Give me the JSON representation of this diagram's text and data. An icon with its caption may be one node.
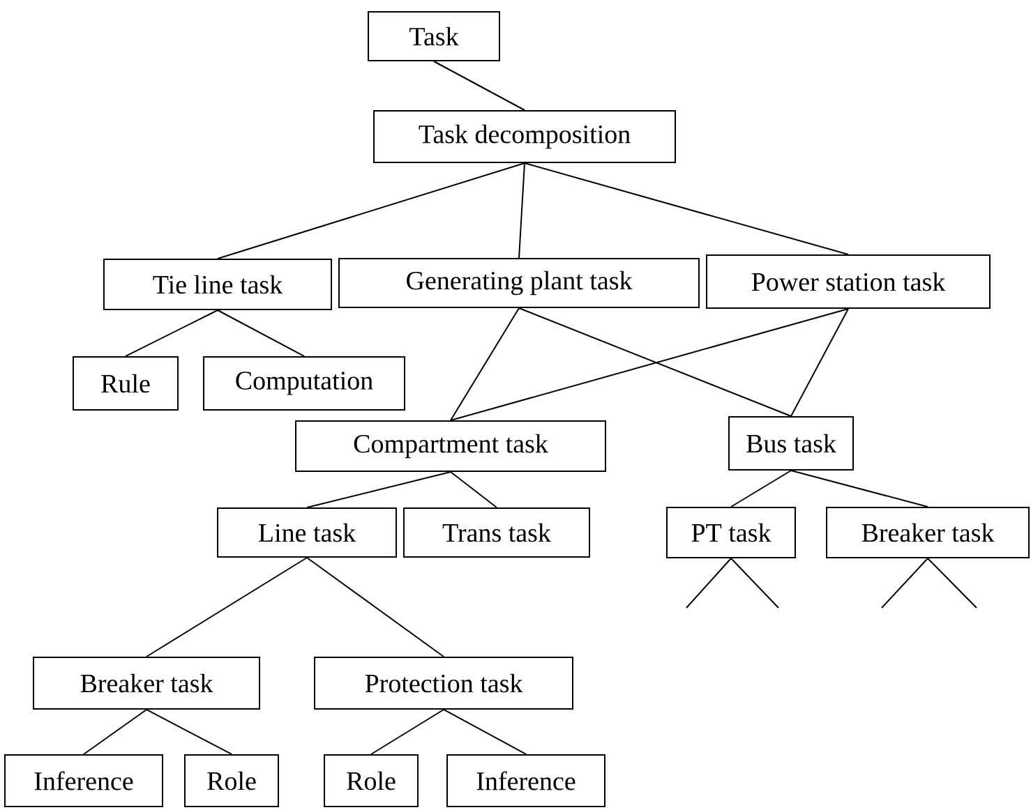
{
  "diagram": {
    "nodes": [
      {
        "text": [
          "Task"
        ]
      },
      {
        "text": [
          "Task decomposition"
        ]
      },
      {
        "text": [
          "Tie line task"
        ]
      },
      {
        "text": [
          "Generating plant task"
        ]
      },
      {
        "text": [
          "Power station task"
        ]
      },
      {
        "text": [
          "Rule"
        ]
      },
      {
        "text": [
          "Computation"
        ]
      },
      {
        "text": [
          "Compartment task"
        ]
      },
      {
        "text": [
          "Bus task"
        ]
      },
      {
        "text": [
          "Line task"
        ]
      },
      {
        "text": [
          "Trans task"
        ]
      },
      {
        "text": [
          "PT task"
        ]
      },
      {
        "text": [
          "Breaker task"
        ]
      },
      {
        "text": [
          "Breaker task"
        ]
      },
      {
        "text": [
          "Protection task"
        ]
      },
      {
        "text": [
          "Inference"
        ]
      },
      {
        "text": [
          "Role"
        ]
      },
      {
        "text": [
          "Role"
        ]
      },
      {
        "text": [
          "Inference"
        ]
      }
    ],
    "edges": [
      {
        "from": 0,
        "to": 1,
        "arrow": "none"
      },
      {
        "from": 1,
        "to": 2,
        "arrow": "none"
      },
      {
        "from": 1,
        "to": 3,
        "arrow": "none"
      },
      {
        "from": 1,
        "to": 4,
        "arrow": "none"
      },
      {
        "from": 2,
        "to": 5,
        "arrow": "none"
      },
      {
        "from": 2,
        "to": 6,
        "arrow": "none"
      },
      {
        "from": 3,
        "to": 7,
        "arrow": "none"
      },
      {
        "from": 3,
        "to": 8,
        "arrow": "none"
      },
      {
        "from": 4,
        "to": 7,
        "arrow": "none"
      },
      {
        "from": 4,
        "to": 8,
        "arrow": "none"
      },
      {
        "from": 7,
        "to": 9,
        "arrow": "none"
      },
      {
        "from": 7,
        "to": 10,
        "arrow": "none"
      },
      {
        "from": 8,
        "to": 11,
        "arrow": "none"
      },
      {
        "from": 8,
        "to": 12,
        "arrow": "none"
      },
      {
        "from": 11,
        "to": null,
        "arrow": "none"
      },
      {
        "from": 11,
        "to": null,
        "arrow": "none"
      },
      {
        "from": 12,
        "to": null,
        "arrow": "none"
      },
      {
        "from": 12,
        "to": null,
        "arrow": "none"
      },
      {
        "from": 9,
        "to": 13,
        "arrow": "none"
      },
      {
        "from": 9,
        "to": 14,
        "arrow": "none"
      },
      {
        "from": 13,
        "to": 15,
        "arrow": "none"
      },
      {
        "from": 13,
        "to": 16,
        "arrow": "none"
      },
      {
        "from": 14,
        "to": 17,
        "arrow": "none"
      },
      {
        "from": 14,
        "to": 18,
        "arrow": "none"
      }
    ]
  }
}
